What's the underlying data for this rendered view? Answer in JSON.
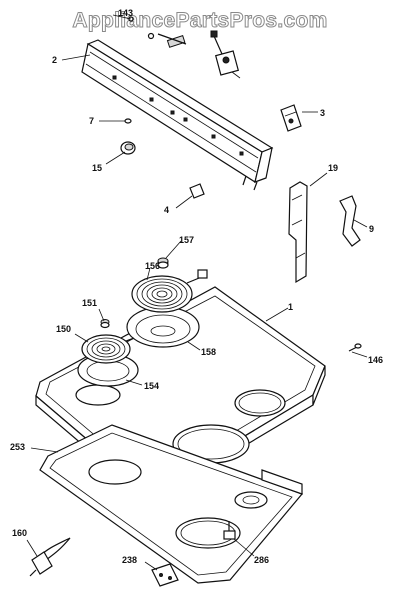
{
  "watermark": "AppliancePartsPros.com",
  "parts": [
    {
      "id": "143"
    },
    {
      "id": "2"
    },
    {
      "id": "3"
    },
    {
      "id": "7"
    },
    {
      "id": "15"
    },
    {
      "id": "19"
    },
    {
      "id": "4"
    },
    {
      "id": "9"
    },
    {
      "id": "157"
    },
    {
      "id": "156"
    },
    {
      "id": "1"
    },
    {
      "id": "151"
    },
    {
      "id": "150"
    },
    {
      "id": "158"
    },
    {
      "id": "146"
    },
    {
      "id": "154"
    },
    {
      "id": "253"
    },
    {
      "id": "160"
    },
    {
      "id": "286"
    },
    {
      "id": "238"
    }
  ]
}
